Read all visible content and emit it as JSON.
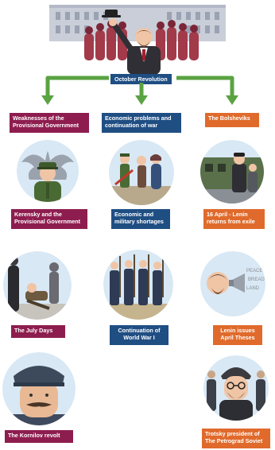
{
  "header": {
    "title": "October Revolution"
  },
  "columns": [
    {
      "heading": "Weaknesses of the\nProvisional Government",
      "color": "#8e1d4f"
    },
    {
      "heading": "Economic problems and\ncontinuation of war",
      "color": "#1f4e83"
    },
    {
      "heading": "The Bolsheviks",
      "color": "#e06a2b"
    }
  ],
  "events": {
    "kerensky": "Kerensky and the\nProvisional Government",
    "shortages": "Economic and\nmilitary shortages",
    "lenin_returns": "16 April - Lenin\nreturns from exile",
    "july_days": "The July Days",
    "ww1": "Continuation of\nWorld War I",
    "april_theses": "Lenin issues\nApril Theses",
    "kornilov": "The Kornilov revolt",
    "trotsky": "Trotsky president of\nThe Petrograd Soviet"
  },
  "slogans": [
    "PEACE",
    "BREAD",
    "LAND"
  ],
  "colors": {
    "maroon": "#8e1d4f",
    "navy": "#1f4e83",
    "orange": "#e06a2b",
    "arrow_green": "#5aa342",
    "circle_bg": "#d8e8f4"
  }
}
